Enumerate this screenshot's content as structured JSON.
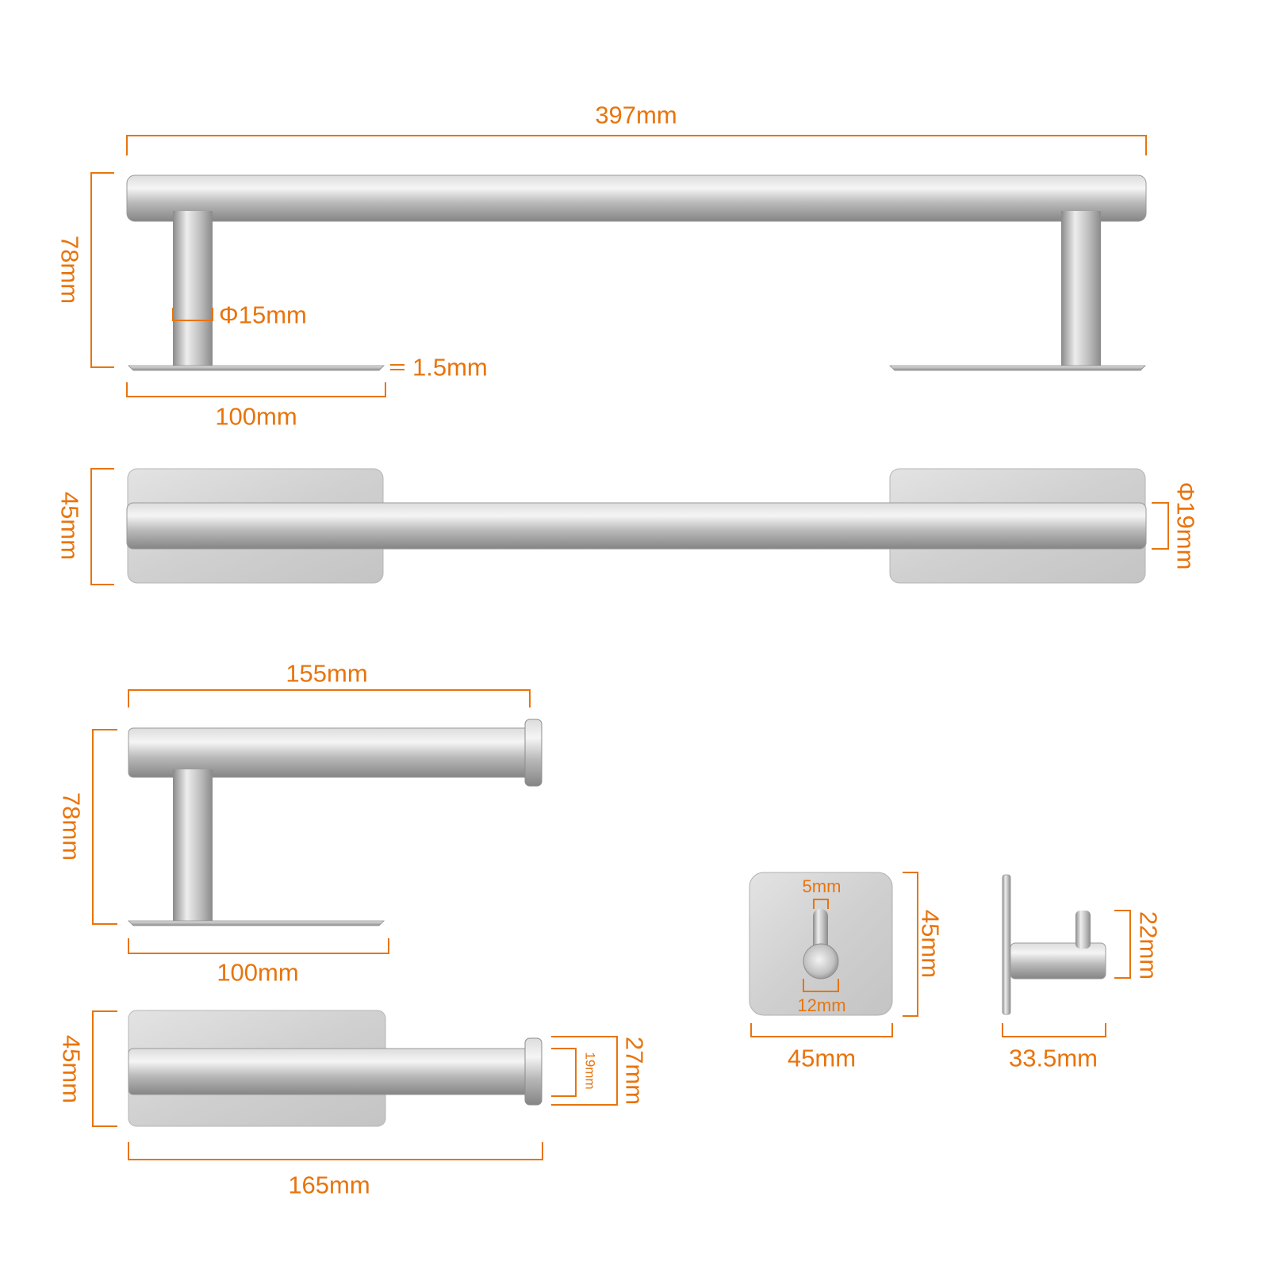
{
  "accent_color": "#e8740c",
  "metal_colors": {
    "light": "#ececec",
    "mid": "#c6c6c6",
    "dark": "#8e8e8e",
    "plate": "#d3d3d3"
  },
  "towel_bar": {
    "side_view": {
      "total_length": "397mm",
      "height": "78mm",
      "post_diameter": "Φ15mm",
      "plate_thickness": "1.5mm",
      "plate_length": "100mm"
    },
    "top_view": {
      "depth": "45mm",
      "bar_diameter": "Φ19mm"
    }
  },
  "paper_holder": {
    "side_view": {
      "arm_length": "155mm",
      "height": "78mm",
      "plate_length": "100mm"
    },
    "top_view": {
      "depth": "45mm",
      "total_length": "165mm",
      "bar_diameter": "19mm",
      "cap_diameter": "27mm"
    }
  },
  "hook": {
    "front_view": {
      "height": "45mm",
      "width": "45mm",
      "pin_width": "5mm",
      "cap_diameter": "12mm"
    },
    "side_view": {
      "hook_height": "22mm",
      "depth": "33.5mm"
    }
  }
}
